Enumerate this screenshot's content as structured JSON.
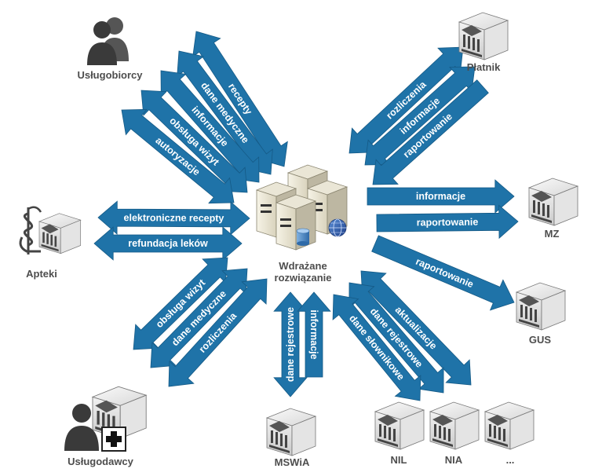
{
  "center": {
    "line1": "Wdrażane",
    "line2": "rozwiązanie"
  },
  "nodes": {
    "uslugobiorcy": "Usługobiorcy",
    "platnik": "Płatnik",
    "mz": "MZ",
    "gus": "GUS",
    "apteki": "Apteki",
    "uslugodawcy": "Usługodawcy",
    "mswia": "MSWiA",
    "nil": "NIL",
    "nia": "NIA",
    "more": "..."
  },
  "arrows": {
    "recepty": "recepty",
    "dane_medyczne_u": "dane medyczne",
    "informacje_u": "informacje",
    "obsluga_wizyt_u": "obsługa wizyt",
    "autoryzacje": "autoryzacje",
    "rozliczenia_p": "rozliczenia",
    "informacje_p": "informacje",
    "raportowanie_p": "raportowanie",
    "informacje_mz": "informacje",
    "raportowanie_mz": "raportowanie",
    "raportowanie_gus": "raportowanie",
    "e_recepty": "elektroniczne recepty",
    "refundacja": "refundacja leków",
    "obsluga_wizyt_d": "obsługa wizyt",
    "dane_medyczne_d": "dane medyczne",
    "rozliczenia_d": "rozliczenia",
    "dane_rejestrowe_m": "dane rejestrowe",
    "informacje_m": "informacje",
    "aktualizacje": "aktualizacje",
    "dane_rejestrowe_n": "dane rejestrowe",
    "dane_slownikowe": "dane słownikowe"
  },
  "colors": {
    "arrow": "#1f73a8",
    "arrow_edge": "#155a86",
    "label": "#4d4d4d"
  }
}
